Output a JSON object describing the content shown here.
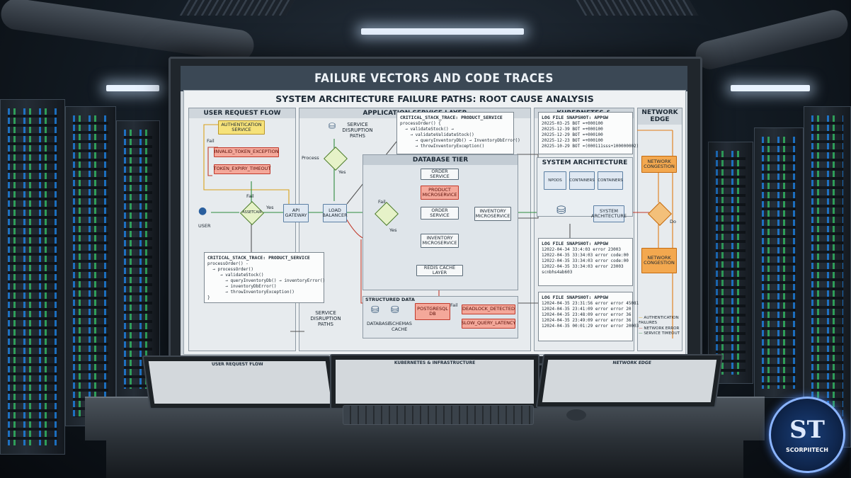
{
  "screen_title": "FAILURE VECTORS AND CODE TRACES",
  "diagram_title": "SYSTEM ARCHITECTURE FAILURE PATHS: ROOT CAUSE ANALYSIS",
  "columns": {
    "user_request_flow": "USER REQUEST FLOW",
    "application_service_layer": "APPLICATION SERVICE LAYER",
    "kubernetes_infrastructure": "KUBERNETES & INFRASTRUCTURE",
    "network_edge": "NETWORK EDGE"
  },
  "user_flow": {
    "auth_service": "AUTHENTICATION SERVICE",
    "fail_label": "Fail",
    "invalid_token": "INVALID_TOKEN_EXCEPTION",
    "token_expiry": "TOKEN_EXPIRY_TIMEOUT",
    "user": "USER",
    "decision": "ASSETCAIR",
    "yes": "Yes",
    "fail": "Fail",
    "api_gateway": "API GATEWAY",
    "load_balancer": "LOAD BALANCER"
  },
  "stack_trace_left": {
    "header": "CRITICAL_STACK_TRACE: PRODUCT_SERVICE",
    "lines": [
      "processOrder() -",
      "  → processOrder()",
      "     → validateStock()",
      "       → queryInventoryDb() → inventoryError()",
      "       → inventoryDbError()",
      "       → throwInventoryException()",
      "}"
    ]
  },
  "service_layer": {
    "disruption_paths": "SERVICE DISRUPTION PATHS",
    "process": "Process",
    "yes": "Yes",
    "fail": "Fail",
    "stack_header": "CRITICAL_STACK_TRACE: PRODUCT_SERVICE",
    "stack_lines": [
      "processOrder() {",
      "  → validateStock() →",
      "    → validateValidateStock()",
      "      → queryInventoryDb() → InventoryDbError()",
      "      → throwInventoryException()"
    ],
    "database_tier": "DATABASE TIER",
    "order_service_1": "ORDER SERVICE",
    "product_microservice": "PRODUCT MICROSERVICE",
    "order_service_2": "ORDER SERVICE",
    "inventory_microservice_1": "INVENTORY MICROSERVICE",
    "inventory_microservice_2": "INVENTORY MICROSERVICE",
    "redis": "REDIS CACHE LAYER",
    "structured_data": "STRUCTURED DATA",
    "database": "DATABASE",
    "schemas": "SCHEMAS",
    "cache": "CACHE",
    "postgresql": "POSTGRESQL DB",
    "deadlock": "DEADLOCK_DETECTED",
    "slow_query": "SLOW_QUERY_LATENCY",
    "disruption_paths_bottom": "SERVICE DISRUPTION PATHS"
  },
  "infra": {
    "log1_header": "LOG FILE SNAPSHOT: APPGW",
    "log1_lines": [
      "20225-03-25 BOT =+000100",
      "20225-12-39 BOT =+000100",
      "20225-12-29 BOT =+000100",
      "20225-12-23 BOT =+000100",
      "20225-10-29 BOT =(000111sss+100000002)"
    ],
    "system_architecture": "SYSTEM ARCHITECTURE",
    "npods": "NPODS",
    "containers_1": "CONTAINERS",
    "containers_2": "CONTAINERS",
    "system_architecture_2": "SYSTEM ARCHITECTURE",
    "log2_header": "LOG FILE SNAPSHOT: APPGW",
    "log2_lines": [
      "12022-04-34 33:4:03 error 23003",
      "12022-04-35 33:34:03 error code:00",
      "12022-04-35 33:34:03 error code:00",
      "12022-04-35 33:34:03 error 23003",
      "scnbhs4ab603"
    ],
    "log3_header": "LOG FILE SNAPSHOT: APPGW",
    "log3_lines": [
      "12024-04-35 23:31:56 error error 45081",
      "12024-04-35 23:41:09 error error 20",
      "12024-04-35 23:48:09 error error 36",
      "12024-04-35 23:49:09 error error 36",
      "12024-04-35 00:01:29 error error 20003"
    ]
  },
  "network_edge": {
    "congestion_1": "NETWORK CONGESTION",
    "congestion_2": "NETWORK CONGESTION",
    "do": "Do",
    "legend": [
      {
        "label": "AUTHENTICATION FAILURES",
        "color": "#d9a21b"
      },
      {
        "label": "NETWORK ERROR",
        "color": "#c0392b"
      },
      {
        "label": "SERVICE TIMEOUT",
        "color": "#2e8b3e"
      }
    ]
  },
  "small_monitors": [
    "USER REQUEST FLOW",
    "KUBERNETES & INFRASTRUCTURE",
    "NETWORK EDGE"
  ],
  "logo": {
    "mark": "ST",
    "name": "SCORPIITECH"
  }
}
